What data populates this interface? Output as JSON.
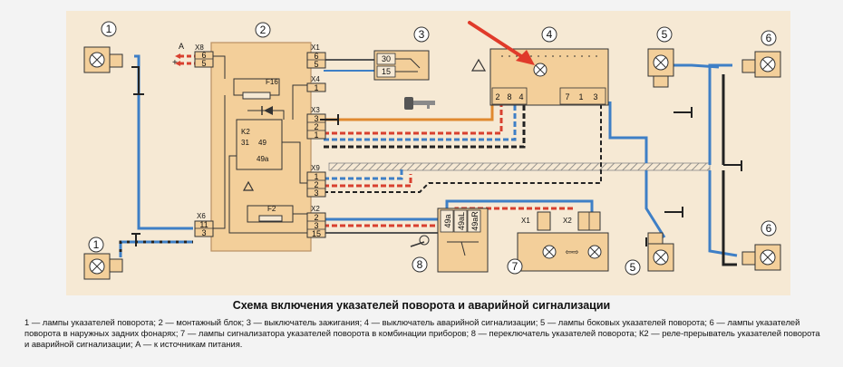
{
  "diagram": {
    "components": {
      "c1_top": "1",
      "c1_bottom": "1",
      "c2": "2",
      "c3": "3",
      "c4": "4",
      "c5_top": "5",
      "c5_bottom": "5",
      "c6_top": "6",
      "c6_bottom": "6",
      "c7": "7",
      "c8": "8"
    },
    "labels": {
      "A": "A",
      "plus": "+",
      "X8": "X8",
      "X8_pins": [
        "6",
        "5"
      ],
      "X1": "X1",
      "X1_pins": [
        "6",
        "5"
      ],
      "X4": "X4",
      "X4_pin": "1",
      "X3": "X3",
      "X3_pins": [
        "3",
        "2",
        "1"
      ],
      "X9": "X9",
      "X9_pins": [
        "1",
        "2",
        "3"
      ],
      "X2": "X2",
      "X2_pins": [
        "2",
        "3",
        "15"
      ],
      "X6": "X6",
      "X6_pins": [
        "11",
        "3"
      ],
      "F16": "F16",
      "F2": "F2",
      "K2": "K2",
      "relay_31": "31",
      "relay_49": "49",
      "relay_49a": "49a",
      "ign_30": "30",
      "ign_15": "15",
      "sw4_pins": [
        "2",
        "8",
        "4",
        "7",
        "1",
        "3"
      ],
      "sw8_pins": [
        "49a",
        "49aL",
        "49aR"
      ],
      "c7_X1": "X1",
      "c7_X2": "X2"
    }
  },
  "caption": {
    "title": "Схема включения указателей поворота и аварийной сигнализации",
    "legend": "1 — лампы указателей поворота; 2 — монтажный блок; 3 — выключатель зажигания; 4 — выключатель аварийной сигнализации; 5 — лампы боковых указателей поворота; 6 — лампы указателей поворота в наружных задних фонарях; 7 — лампы сигнализатора указателей поворота в комбинации приборов; 8 — переключатель указателей поворота; К2 — реле-прерыватель указателей поворота и аварийной сигнализации; А — к источникам питания."
  },
  "colors": {
    "background": "#f6e9d4",
    "block": "#f3cf9a",
    "wire_blue": "#3e7fc6",
    "wire_red": "#d8402f",
    "wire_black": "#222222",
    "wire_orange": "#e0892f",
    "arrow": "#e03a2a"
  }
}
